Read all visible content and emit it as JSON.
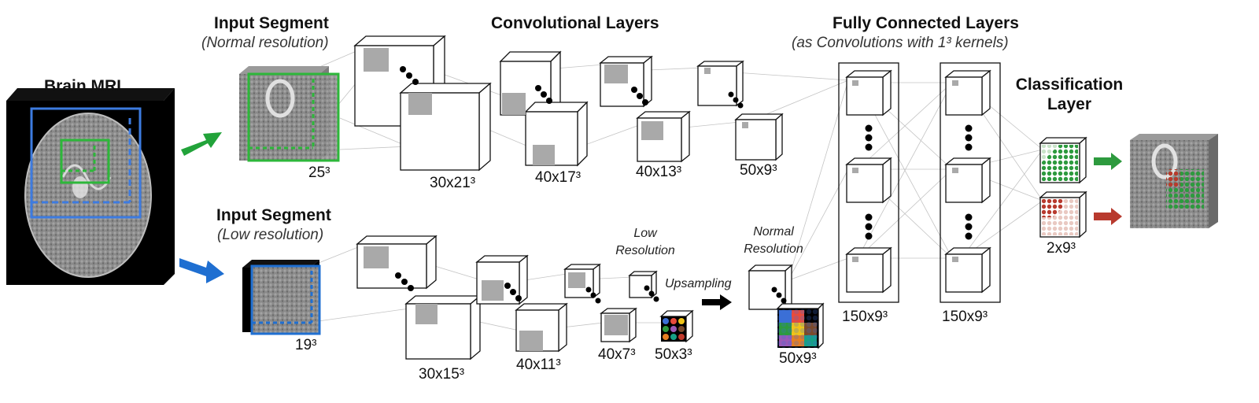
{
  "headings": {
    "brain_mri": "Brain MRI",
    "input_segment_normal": "Input Segment",
    "input_segment_normal_sub": "(Normal resolution)",
    "input_segment_low": "Input Segment",
    "input_segment_low_sub": "(Low resolution)",
    "conv_layers": "Convolutional Layers",
    "fc_layers": "Fully Connected Layers",
    "fc_layers_sub": "(as Convolutions with 1³ kernels)",
    "classification_line1": "Classification",
    "classification_line2": "Layer"
  },
  "annotations": {
    "low_resolution_line1": "Low",
    "low_resolution_line2": "Resolution",
    "normal_resolution_line1": "Normal",
    "normal_resolution_line2": "Resolution",
    "upsampling": "Upsampling"
  },
  "size_labels": {
    "input_normal": "25³",
    "input_low": "19³",
    "conv_n1": "30x21³",
    "conv_n2": "40x17³",
    "conv_n3": "40x13³",
    "conv_n4": "50x9³",
    "conv_l1": "30x15³",
    "conv_l2": "40x11³",
    "conv_l3": "40x7³",
    "conv_l4": "50x3³",
    "upsampled": "50x9³",
    "fc1": "150x9³",
    "fc2": "150x9³",
    "classification": "2x9³"
  },
  "colors": {
    "normal_pathway": "#22a33a",
    "low_pathway": "#1f6fd1",
    "mri_box": "#3d7be0",
    "lesion_class": "#b83a2e",
    "kernel_patch": "#a9a9a9",
    "connection_line": "#bbbbbb"
  },
  "icons": {
    "arrow_normal": "green-arrow-icon",
    "arrow_low": "blue-arrow-icon",
    "arrow_upsampling": "black-arrow-icon",
    "arrow_out_green": "green-arrow-icon",
    "arrow_out_red": "red-arrow-icon"
  }
}
